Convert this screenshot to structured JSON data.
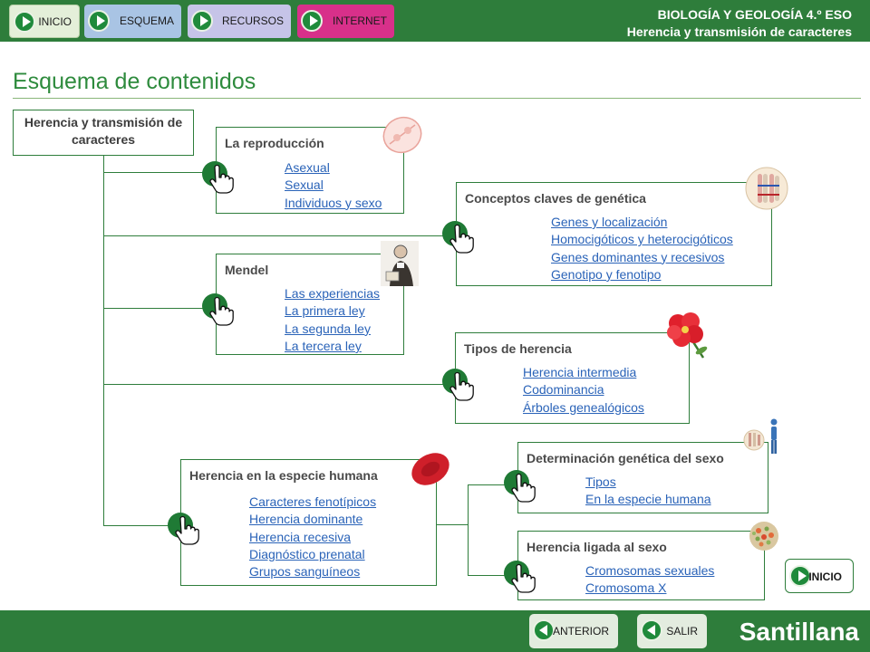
{
  "nav": {
    "inicio": "INICIO",
    "esquema": "ESQUEMA",
    "recursos": "RECURSOS",
    "internet": "INTERNET"
  },
  "header": {
    "subject": "BIOLOGÍA Y GEOLOGÍA 4.º ESO",
    "unit": "Herencia y transmisión de caracteres"
  },
  "page_title": "Esquema de contenidos",
  "root": {
    "title": "Herencia y transmisión de caracteres"
  },
  "sections": {
    "reproduccion": {
      "title": "La reproducción",
      "links": [
        "Asexual",
        "Sexual",
        "Individuos y sexo"
      ]
    },
    "conceptos": {
      "title": "Conceptos claves de genética",
      "links": [
        "Genes y localización",
        "Homocigóticos y heterocigóticos",
        "Genes dominantes y recesivos",
        "Genotipo y fenotipo"
      ]
    },
    "mendel": {
      "title": "Mendel",
      "links": [
        "Las experiencias",
        "La primera ley",
        "La segunda ley",
        "La tercera ley"
      ]
    },
    "tipos": {
      "title": "Tipos de herencia",
      "links": [
        "Herencia intermedia",
        "Codominancia",
        "Árboles genealógicos"
      ]
    },
    "humana": {
      "title": "Herencia en la especie humana",
      "links": [
        "Caracteres fenotípicos",
        "Herencia dominante",
        "Herencia recesiva",
        "Diagnóstico prenatal",
        "Grupos sanguíneos"
      ]
    },
    "sexo": {
      "title": "Determinación genética del sexo",
      "links": [
        "Tipos",
        "En la especie humana"
      ]
    },
    "ligada": {
      "title": "Herencia ligada al sexo",
      "links": [
        "Cromosomas sexuales",
        "Cromosoma X"
      ]
    }
  },
  "inicio_button": "INICIO",
  "footer": {
    "anterior": "ANTERIOR",
    "salir": "SALIR",
    "brand": "Santillana"
  },
  "colors": {
    "header_green": "#2e7d3b",
    "title_green": "#2e8b3d",
    "link_blue": "#2a63b8",
    "nav_inicio": "#e4efd9",
    "nav_esquema": "#a9c4e4",
    "nav_recursos": "#c6c4e8",
    "nav_internet": "#d8308a"
  }
}
